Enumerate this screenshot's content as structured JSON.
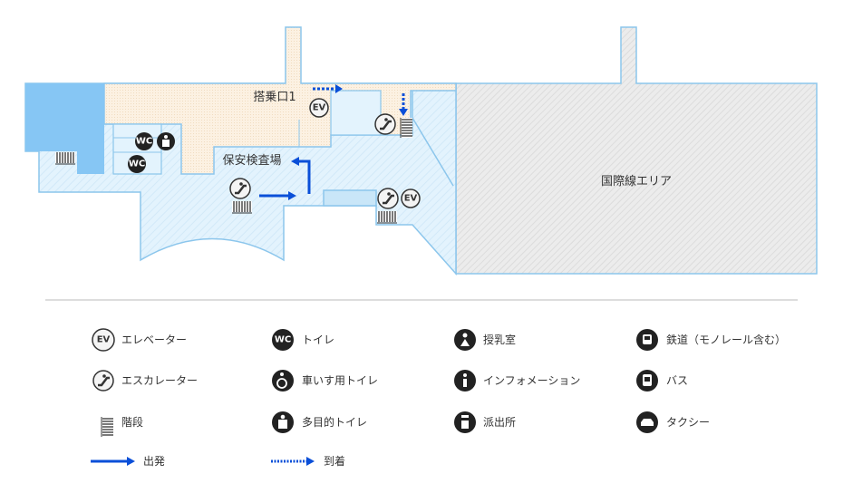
{
  "map": {
    "gate_label": "搭乗口1",
    "security_label": "保安検査場",
    "international_label": "国際線エリア",
    "colors": {
      "corridor": "#e3f3fd",
      "wall": "#8cc6ec",
      "restricted": "#fcefdc",
      "block": "#86c6f4",
      "intl": "#e8e8e8",
      "arrow": "#0a4fd8"
    }
  },
  "icon_text": {
    "ev": "EV",
    "wc": "WC"
  },
  "legend": [
    {
      "icon": "elevator-icon",
      "label": "エレベーター"
    },
    {
      "icon": "toilet-icon",
      "label": "トイレ"
    },
    {
      "icon": "nursing-room-icon",
      "label": "授乳室"
    },
    {
      "icon": "train-icon",
      "label": "鉄道（モノレール含む）"
    },
    {
      "icon": "escalator-icon",
      "label": "エスカレーター"
    },
    {
      "icon": "wheelchair-toilet-icon",
      "label": "車いす用トイレ"
    },
    {
      "icon": "information-icon",
      "label": "インフォメーション"
    },
    {
      "icon": "bus-icon",
      "label": "バス"
    },
    {
      "icon": "stairs-icon",
      "label": "階段"
    },
    {
      "icon": "multipurpose-toilet-icon",
      "label": "多目的トイレ"
    },
    {
      "icon": "police-box-icon",
      "label": "派出所"
    },
    {
      "icon": "taxi-icon",
      "label": "タクシー"
    },
    {
      "icon": "departure-arrow-icon",
      "label": "出発"
    },
    {
      "icon": "arrival-arrow-icon",
      "label": "到着"
    }
  ]
}
